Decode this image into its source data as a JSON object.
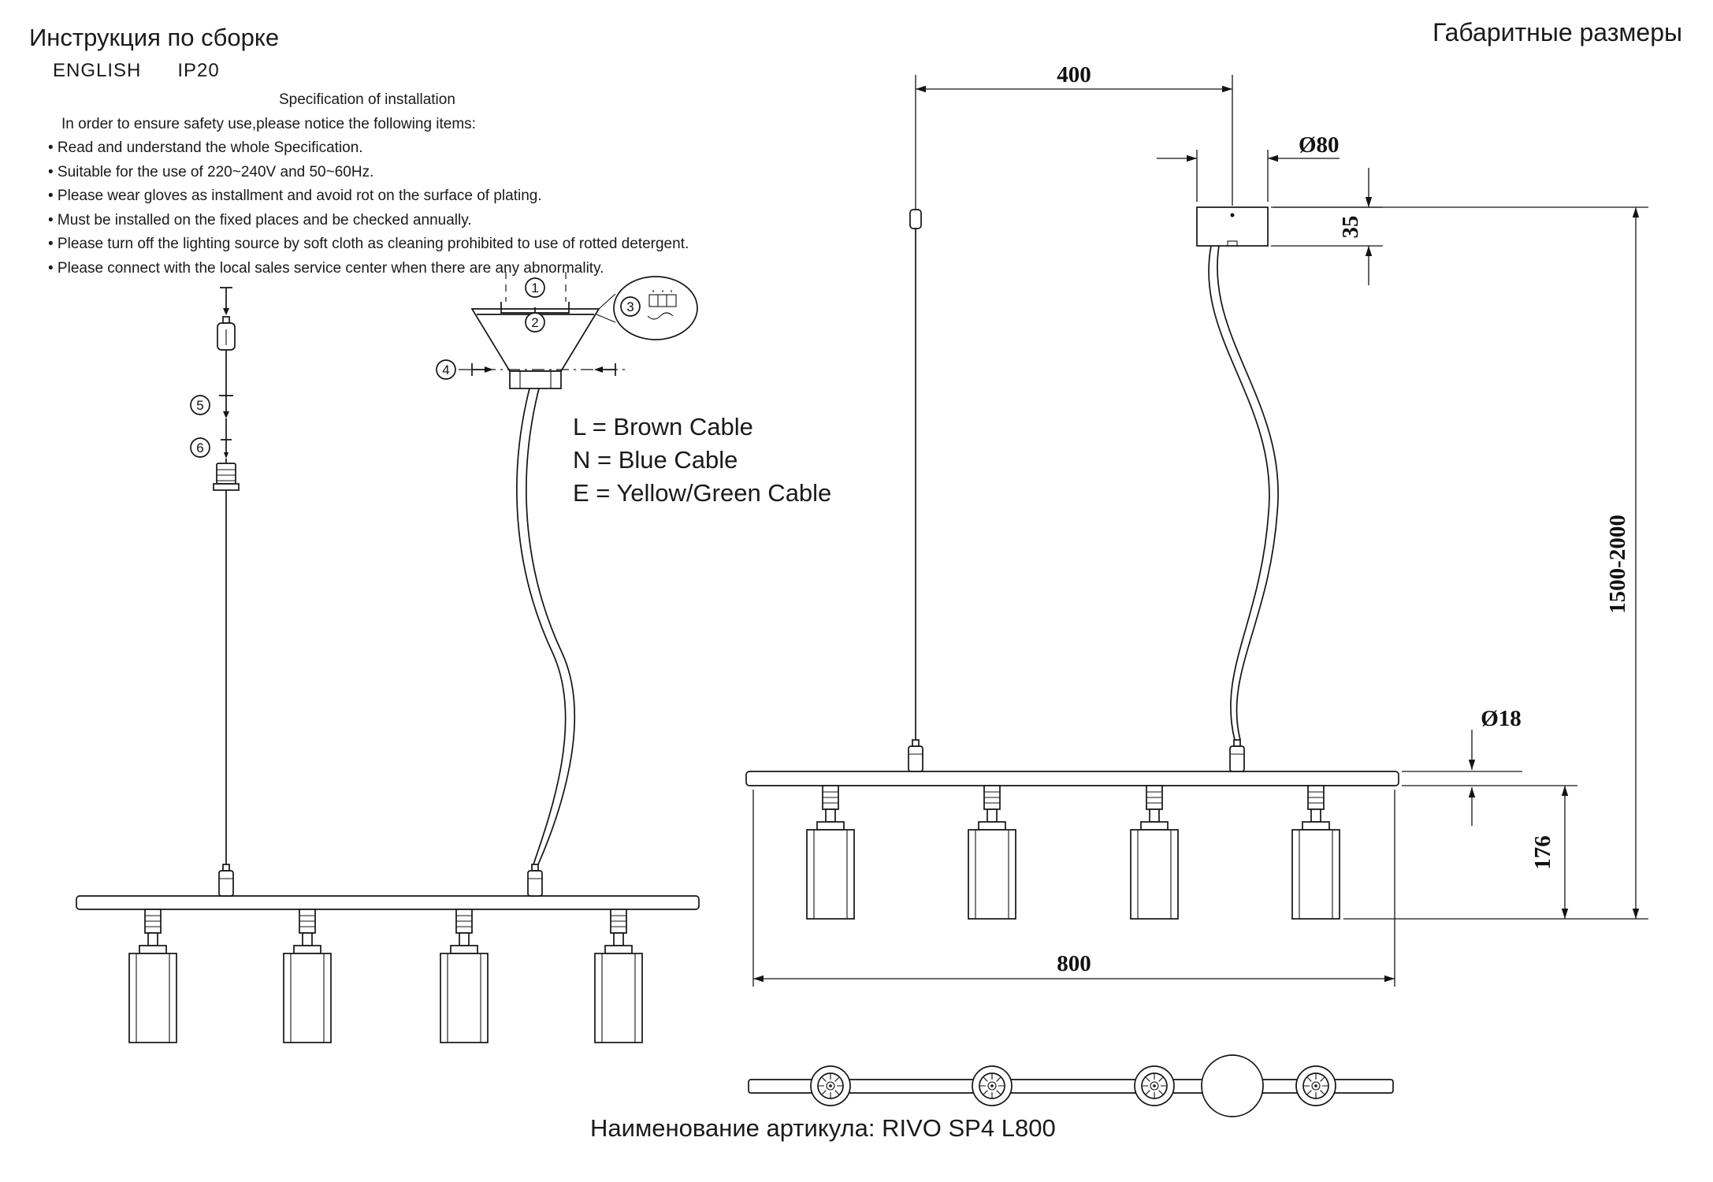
{
  "page": {
    "title_ru": "Инструкция по сборке",
    "language_label": "ENGLISH",
    "ip_rating": "IP20",
    "dimensions_title": "Габаритные размеры",
    "article_label": "Наименование артикула: RIVO SP4 L800"
  },
  "specification": {
    "title": "Specification of installation",
    "intro": "In order to ensure safety use,please notice the following items:",
    "items": [
      "• Read and understand the whole Specification.",
      "• Suitable for the use of 220~240V and 50~60Hz.",
      "• Please wear gloves as installment and avoid rot on the surface of plating.",
      "• Must be installed on the fixed places and be checked annually.",
      "• Please turn off the lighting source by soft cloth as cleaning prohibited to use of rotted detergent.",
      "• Please connect with the local sales service center when there are any abnormality."
    ]
  },
  "cable_legend": {
    "l": "L = Brown Cable",
    "n": "N = Blue Cable",
    "e": "E = Yellow/Green Cable"
  },
  "assembly_steps": [
    "1",
    "2",
    "3",
    "4",
    "5",
    "6"
  ],
  "dimensions": {
    "top_offset": "400",
    "canopy_diameter": "Ø80",
    "canopy_height": "35",
    "suspension_height": "1500-2000",
    "bar_diameter": "Ø18",
    "spot_height": "176",
    "bar_length": "800"
  }
}
